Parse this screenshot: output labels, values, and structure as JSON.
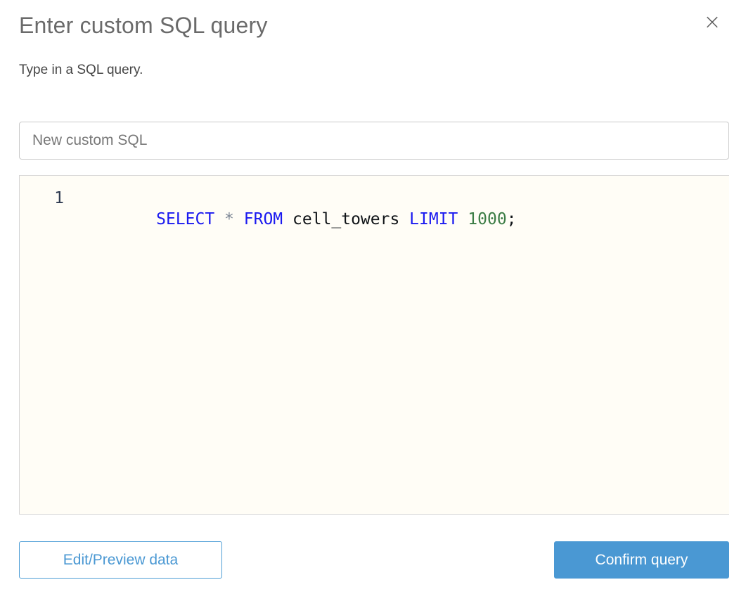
{
  "modal": {
    "title": "Enter custom SQL query",
    "subtitle": "Type in a SQL query.",
    "close_glyph": "×"
  },
  "name_input": {
    "value": "New custom SQL"
  },
  "editor": {
    "line_number": "1",
    "query_text": "SELECT * FROM cell_towers LIMIT 1000;",
    "tokens": [
      {
        "text": "SELECT",
        "type": "keyword"
      },
      {
        "text": " ",
        "type": "plain"
      },
      {
        "text": "*",
        "type": "operator"
      },
      {
        "text": " ",
        "type": "plain"
      },
      {
        "text": "FROM",
        "type": "keyword"
      },
      {
        "text": " cell_towers ",
        "type": "plain"
      },
      {
        "text": "LIMIT",
        "type": "keyword"
      },
      {
        "text": " ",
        "type": "plain"
      },
      {
        "text": "1000",
        "type": "number"
      },
      {
        "text": ";",
        "type": "plain"
      }
    ]
  },
  "buttons": {
    "edit_preview": "Edit/Preview data",
    "confirm": "Confirm query"
  },
  "colors": {
    "keyword": "#1b1af0",
    "operator": "#7d8795",
    "number": "#3c7d46",
    "plain_text": "#101418",
    "editor_background": "#fffdf6",
    "accent_blue": "#4a98d3",
    "title_gray": "#6a6a6a"
  }
}
